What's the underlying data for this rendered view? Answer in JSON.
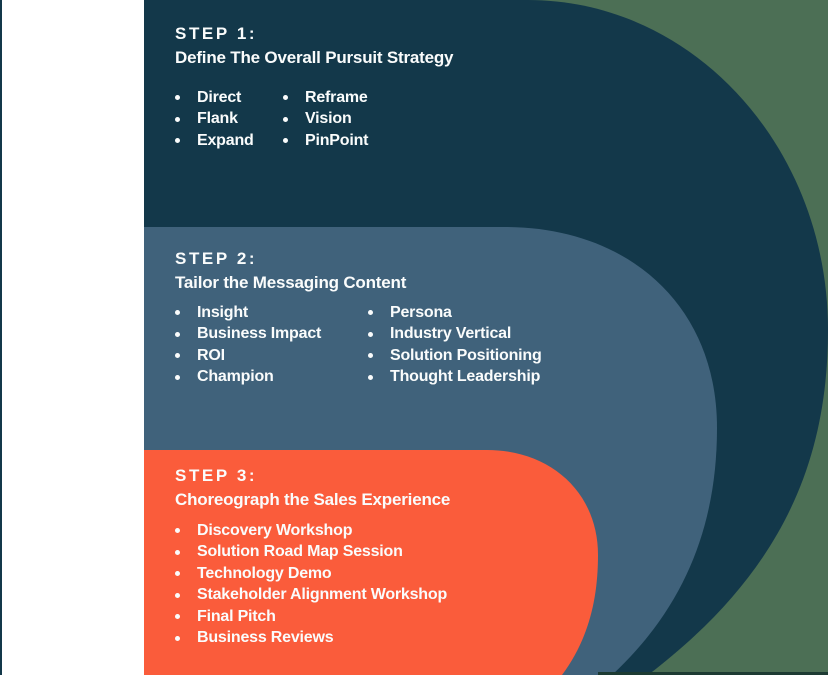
{
  "colors": {
    "navy": "#13384a",
    "slate": "#40627b",
    "orange": "#fa5c3b",
    "green": "#4c6f55",
    "edge_strip": "#1d3b33",
    "text": "#fafcfc"
  },
  "steps": [
    {
      "label": "STEP 1:",
      "title": "Define The Overall Pursuit Strategy",
      "columns": [
        [
          "Direct",
          "Flank",
          "Expand"
        ],
        [
          "Reframe",
          "Vision",
          "PinPoint"
        ]
      ]
    },
    {
      "label": "STEP 2:",
      "title": "Tailor the Messaging Content",
      "columns": [
        [
          "Insight",
          "Business Impact",
          "ROI",
          "Champion"
        ],
        [
          "Persona",
          "Industry Vertical",
          "Solution Positioning",
          "Thought Leadership"
        ]
      ]
    },
    {
      "label": "STEP 3:",
      "title": "Choreograph the Sales Experience",
      "columns": [
        [
          "Discovery Workshop",
          "Solution Road Map Session",
          "Technology Demo",
          "Stakeholder Alignment Workshop",
          "Final Pitch",
          "Business Reviews"
        ]
      ]
    }
  ]
}
